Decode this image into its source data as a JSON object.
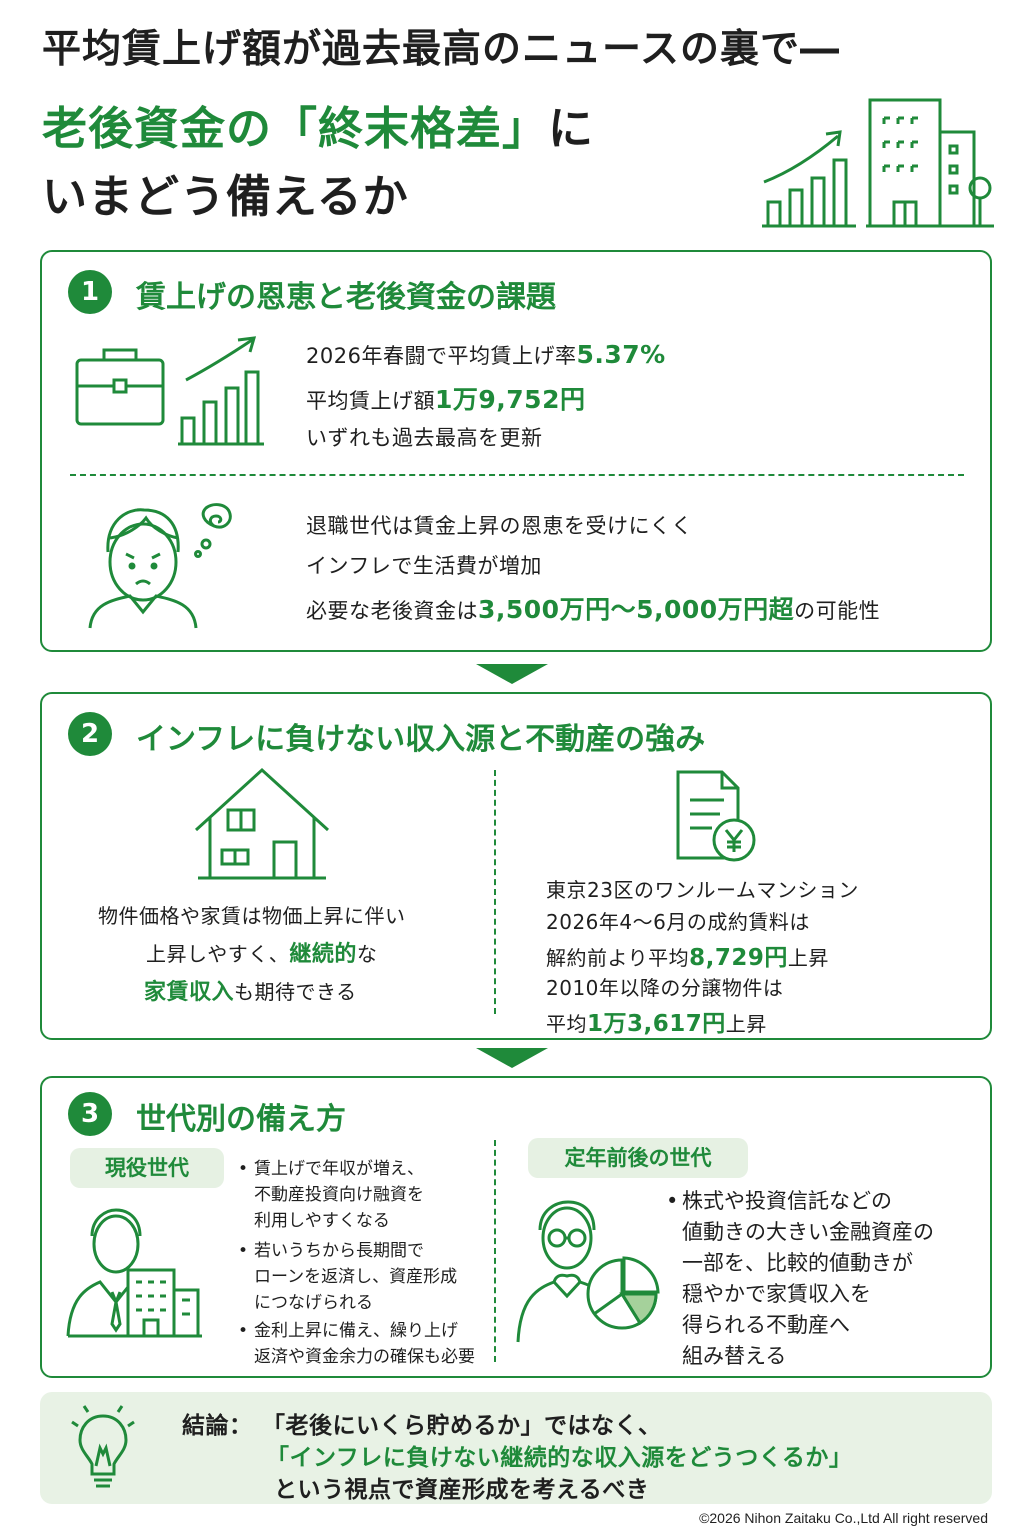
{
  "header": {
    "line1": "平均賃上げ額が過去最高のニュースの裏で―",
    "line2_main": "老後資金の「終末格差」",
    "line2_tail": "に",
    "line3": "いまどう備えるか"
  },
  "section1": {
    "num": "1",
    "title": "賃上げの恩恵と老後資金の課題",
    "a1_pre": "2026年春闘で平均賃上げ率",
    "a1_val": "5.37%",
    "a2_pre": "平均賃上げ額",
    "a2_val": "1万9,752円",
    "a3": "いずれも過去最高を更新",
    "b1": "退職世代は賃金上昇の恩恵を受けにくく",
    "b2": "インフレで生活費が増加",
    "b3_pre": "必要な老後資金は",
    "b3_val": "3,500万円～5,000万円超",
    "b3_post": "の可能性"
  },
  "section2": {
    "num": "2",
    "title": "インフレに負けない収入源と不動産の強み",
    "left1": "物件価格や家賃は物価上昇に伴い",
    "left2_pre": "上昇しやすく、",
    "left2_em": "継続的",
    "left2_post": "な",
    "left3_em": "家賃収入",
    "left3_post": "も期待できる",
    "right1": "東京23区のワンルームマンション",
    "right2": "2026年4～6月の成約賃料は",
    "right3_pre": "解約前より平均",
    "right3_val": "8,729円",
    "right3_post": "上昇",
    "right4": "2010年以降の分譲物件は",
    "right5_pre": "平均",
    "right5_val": "1万3,617円",
    "right5_post": "上昇"
  },
  "section3": {
    "num": "3",
    "title": "世代別の備え方",
    "tag_left": "現役世代",
    "tag_right": "定年前後の世代",
    "left_bullets": [
      [
        "賃上げで年収が増え、",
        "不動産投資向け融資を",
        "利用しやすくなる"
      ],
      [
        "若いうちから長期間で",
        "ローンを返済し、資産形成",
        "につなげられる"
      ],
      [
        "金利上昇に備え、繰り上げ",
        "返済や資金余力の確保も必要"
      ]
    ],
    "right_bullet": [
      "株式や投資信託などの",
      "値動きの大きい金融資産の",
      "一部を、比較的値動きが",
      "穏やかで家賃収入を",
      "得られる不動産へ",
      "組み替える"
    ],
    "bullet_char": "•"
  },
  "conclusion": {
    "label": "結論：",
    "l1": "「老後にいくら貯めるか」ではなく、",
    "l2": "「インフレに負けない継続的な収入源をどうつくるか」",
    "l3": "という視点で資産形成を考えるべき"
  },
  "footer": {
    "copyright": "©2026 Nihon Zaitaku Co.,Ltd All right reserved"
  },
  "colors": {
    "accent": "#1f8a3a",
    "soft": "#e6f1e3"
  },
  "icons": [
    "growth-chart-icon",
    "office-building-icon",
    "briefcase-icon",
    "bar-chart-icon",
    "worried-person-icon",
    "house-icon",
    "document-yen-icon",
    "businessman-icon",
    "elderly-man-icon",
    "pie-chart-icon",
    "lightbulb-icon"
  ]
}
